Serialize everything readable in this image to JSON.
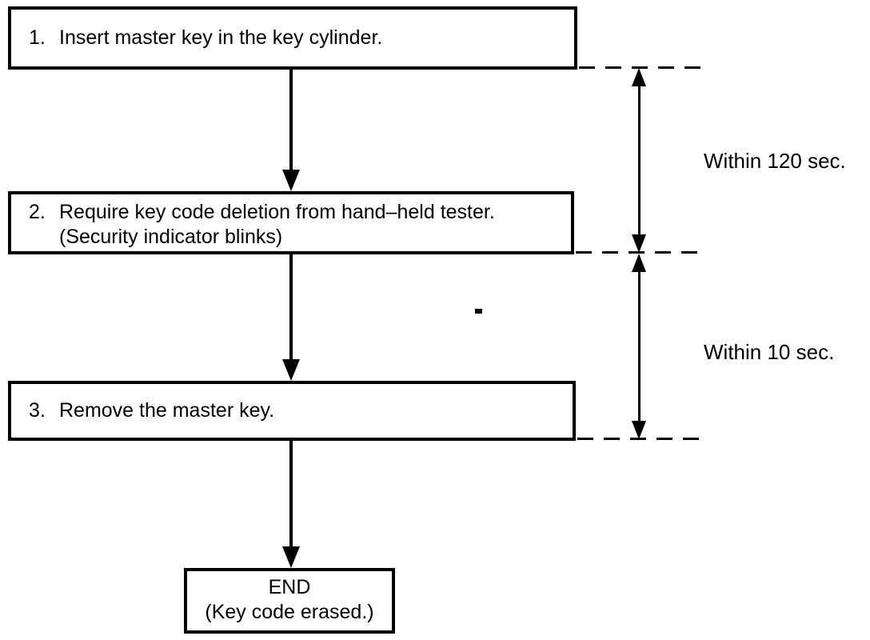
{
  "steps": [
    {
      "number": "1.",
      "text": "Insert master key in the key cylinder."
    },
    {
      "number": "2.",
      "text": "Require key code deletion from hand–held tester.",
      "note": "(Security indicator blinks)"
    },
    {
      "number": "3.",
      "text": "Remove the master key."
    }
  ],
  "end_box": {
    "line1": "END",
    "line2": "(Key code erased.)"
  },
  "timing": [
    {
      "label": "Within 120 sec."
    },
    {
      "label": "Within 10 sec."
    }
  ],
  "colors": {
    "ink": "#000000",
    "paper": "#ffffff"
  }
}
